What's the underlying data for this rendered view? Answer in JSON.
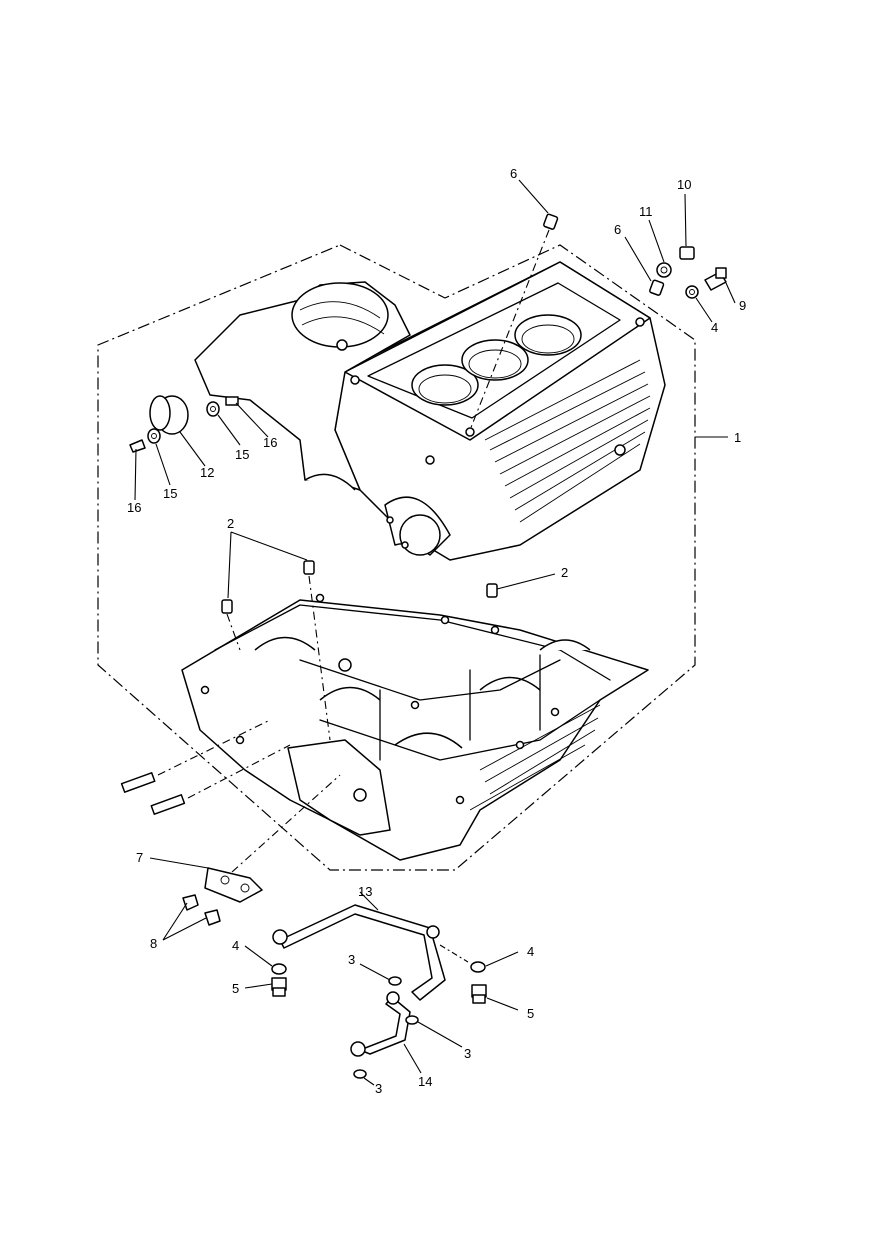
{
  "callouts": [
    {
      "id": "c1",
      "label": "1"
    },
    {
      "id": "c2a",
      "label": "2"
    },
    {
      "id": "c2b",
      "label": "2"
    },
    {
      "id": "c3a",
      "label": "3"
    },
    {
      "id": "c3b",
      "label": "3"
    },
    {
      "id": "c3c",
      "label": "3"
    },
    {
      "id": "c4a",
      "label": "4"
    },
    {
      "id": "c4b",
      "label": "4"
    },
    {
      "id": "c4c",
      "label": "4"
    },
    {
      "id": "c5a",
      "label": "5"
    },
    {
      "id": "c5b",
      "label": "5"
    },
    {
      "id": "c6a",
      "label": "6"
    },
    {
      "id": "c6b",
      "label": "6"
    },
    {
      "id": "c7",
      "label": "7"
    },
    {
      "id": "c8",
      "label": "8"
    },
    {
      "id": "c9",
      "label": "9"
    },
    {
      "id": "c10",
      "label": "10"
    },
    {
      "id": "c11",
      "label": "11"
    },
    {
      "id": "c12",
      "label": "12"
    },
    {
      "id": "c13",
      "label": "13"
    },
    {
      "id": "c14",
      "label": "14"
    },
    {
      "id": "c15a",
      "label": "15"
    },
    {
      "id": "c15b",
      "label": "15"
    },
    {
      "id": "c16a",
      "label": "16"
    },
    {
      "id": "c16b",
      "label": "16"
    }
  ]
}
